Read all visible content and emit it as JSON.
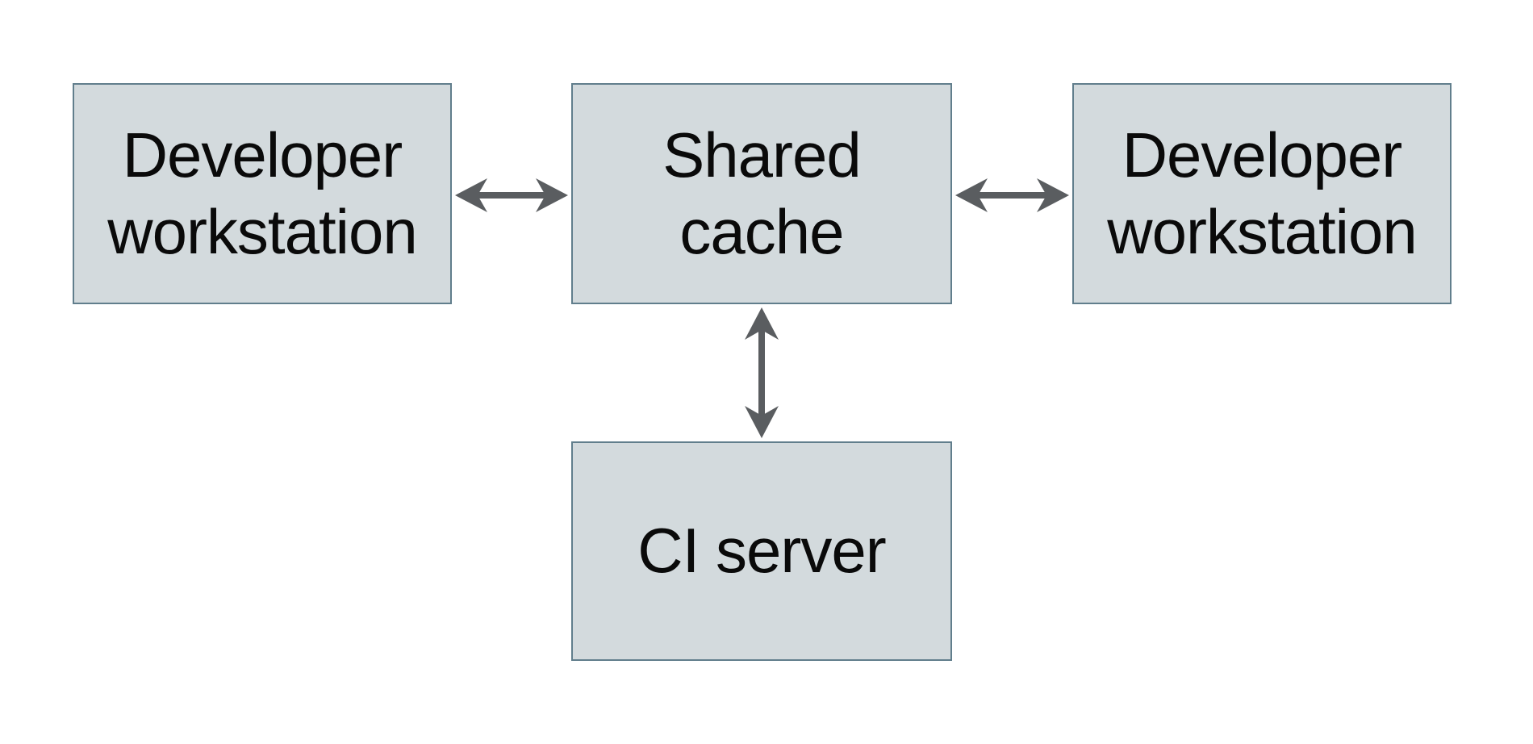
{
  "diagram": {
    "nodes": [
      {
        "id": "developer-workstation-left",
        "label": "Developer workstation"
      },
      {
        "id": "shared-cache",
        "label": "Shared cache"
      },
      {
        "id": "developer-workstation-right",
        "label": "Developer workstation"
      },
      {
        "id": "ci-server",
        "label": "CI server"
      }
    ],
    "edges": [
      {
        "from": "developer-workstation-left",
        "to": "shared-cache",
        "style": "double-arrow"
      },
      {
        "from": "developer-workstation-right",
        "to": "shared-cache",
        "style": "double-arrow"
      },
      {
        "from": "ci-server",
        "to": "shared-cache",
        "style": "double-arrow"
      }
    ],
    "colors": {
      "background": "#ffffff",
      "node_fill": "#d3dadd",
      "node_border": "#617e8c",
      "arrow": "#5a5d60",
      "text": "#0a0a0a"
    }
  }
}
